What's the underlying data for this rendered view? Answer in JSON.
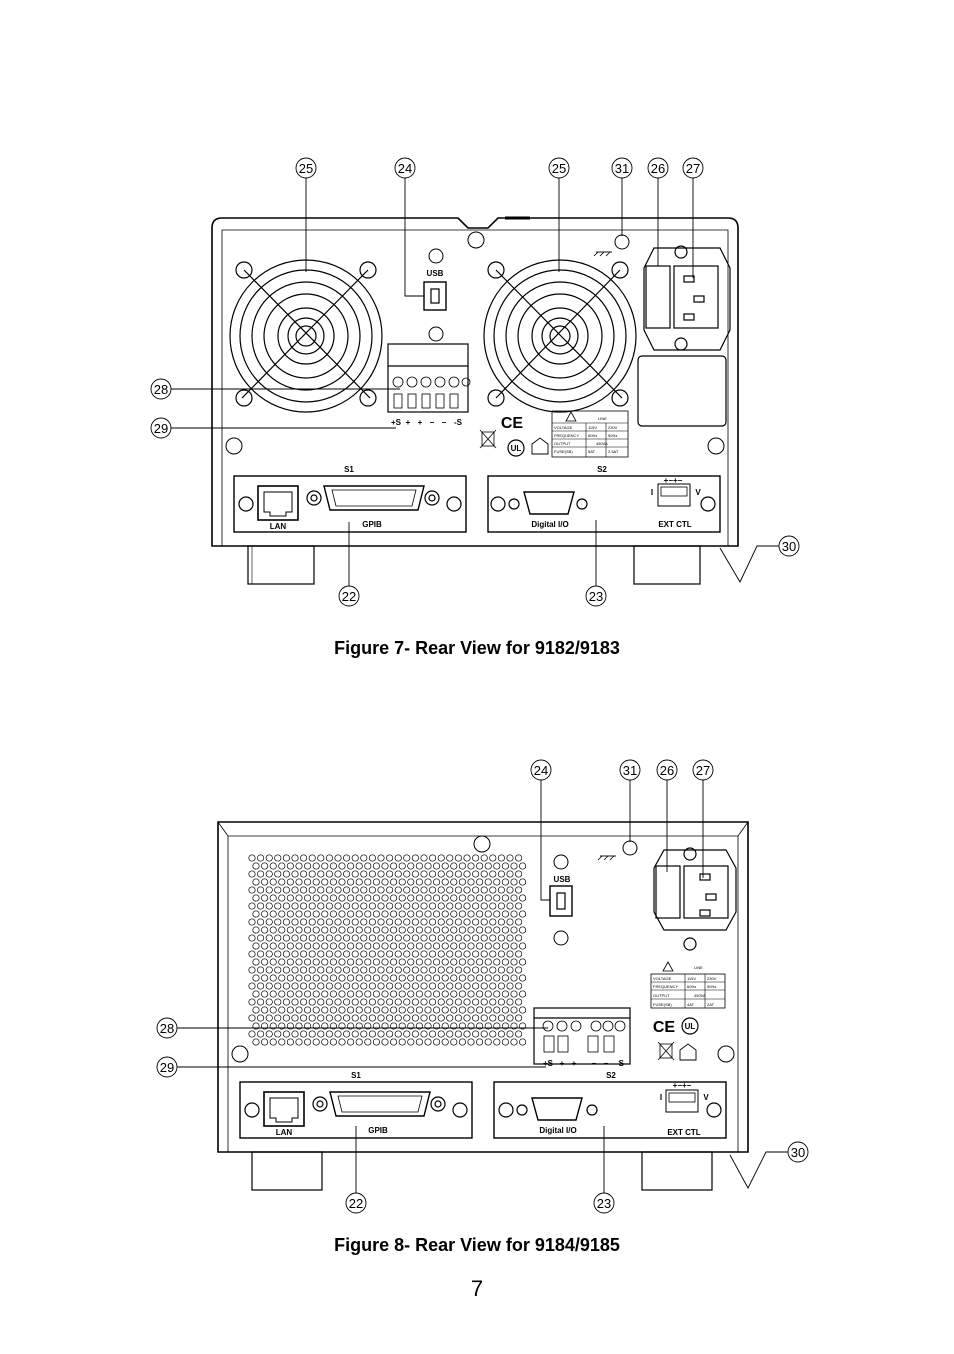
{
  "figure7": {
    "caption": "Figure 7- Rear View for 9182/9183",
    "labels": {
      "usb": "USB",
      "s1": "S1",
      "s2": "S2",
      "lan": "LAN",
      "gpib": "GPIB",
      "digital_io": "Digital I/O",
      "ext_ctl": "EXT CTL",
      "ext_i": "I",
      "ext_v": "V",
      "ext_pins": "+−+−",
      "sense_terminals": [
        "+S",
        "+",
        "+",
        "−",
        "−",
        "-S"
      ],
      "ce": "CE",
      "ul": "UL"
    },
    "rating_plate": {
      "line": "LINE",
      "rows": [
        [
          "VOLTAGE",
          "115V",
          "230V"
        ],
        [
          "FREQUENCY",
          "60Hz",
          "50Hz"
        ],
        [
          "OUTPUT",
          "450VA",
          ""
        ],
        [
          "FUSE(SB)",
          "5AT",
          "2.5AT"
        ]
      ]
    },
    "callouts": [
      "25",
      "24",
      "25",
      "31",
      "26",
      "27",
      "28",
      "29",
      "30",
      "22",
      "23"
    ]
  },
  "figure8": {
    "caption": "Figure 8- Rear View for 9184/9185",
    "labels": {
      "usb": "USB",
      "s1": "S1",
      "s2": "S2",
      "lan": "LAN",
      "gpib": "GPIB",
      "digital_io": "Digital I/O",
      "ext_ctl": "EXT CTL",
      "ext_i": "I",
      "ext_v": "V",
      "ext_pins": "+−+−",
      "sense_terminals": [
        "+S",
        "+",
        "+",
        "−",
        "−",
        "-S"
      ],
      "ce": "CE",
      "ul": "UL"
    },
    "rating_plate": {
      "line": "LINE",
      "rows": [
        [
          "VOLTAGE",
          "115V",
          "230V"
        ],
        [
          "FREQUENCY",
          "60Hz",
          "50Hz"
        ],
        [
          "OUTPUT",
          "450VA",
          ""
        ],
        [
          "FUSE(SB)",
          "4AT",
          "2AT"
        ]
      ]
    },
    "callouts": [
      "24",
      "31",
      "26",
      "27",
      "28",
      "29",
      "30",
      "22",
      "23"
    ]
  },
  "page_number": "7"
}
